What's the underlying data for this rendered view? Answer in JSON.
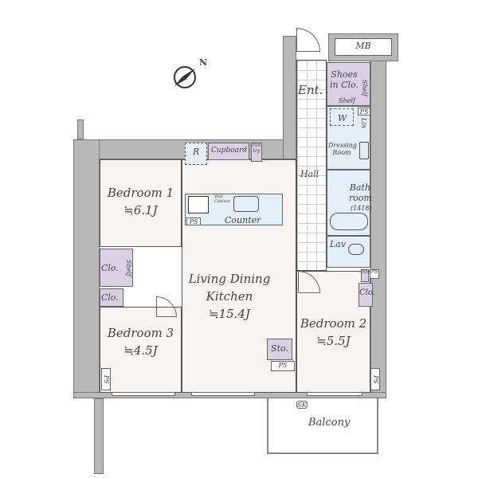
{
  "compass": {
    "label": "N"
  },
  "rooms": {
    "mb": "MB",
    "shoes": "Shoes in Clo.",
    "shoes_shelf": "Shelf",
    "shoes_shelf_side": "Shelf",
    "ent": "Ent.",
    "ps_top": "PS",
    "w": "W",
    "lin": "Lin",
    "dressing": "Dressing Room",
    "hall": "Hall",
    "bath": "Bath room",
    "bath_size": "(1418)",
    "lav": "Lav",
    "r": "R",
    "cupboard": "Cupboard",
    "pantry": "Pan try",
    "wall_cabinet": "Wall Cabinet",
    "counter": "Counter",
    "ps_kitchen": "PS",
    "bedroom1": "Bedroom 1",
    "bedroom1_size": "≒6.1J",
    "clo1": "Clo.",
    "clo1_shelf": "Shelf",
    "clo2": "Clo.",
    "bedroom3": "Bedroom 3",
    "bedroom3_size": "≒4.5J",
    "ldk_line1": "Living Dining",
    "ldk_line2": "Kitchen",
    "ldk_size": "≒15.4J",
    "sto": "Sto.",
    "ps_mid": "PS",
    "sho": "Sho",
    "ps_right": "PS",
    "clo3": "Clo.",
    "bedroom2": "Bedroom 2",
    "bedroom2_size": "≒5.5J",
    "ps_left_bottom": "PS",
    "ps_right_bottom": "PS",
    "sk": "SK",
    "balcony": "Balcony"
  },
  "colors": {
    "wall": "#b8b8b8",
    "wet": "#e3eef6",
    "storage": "#d9d0e4",
    "room": "#f8f4f2"
  }
}
